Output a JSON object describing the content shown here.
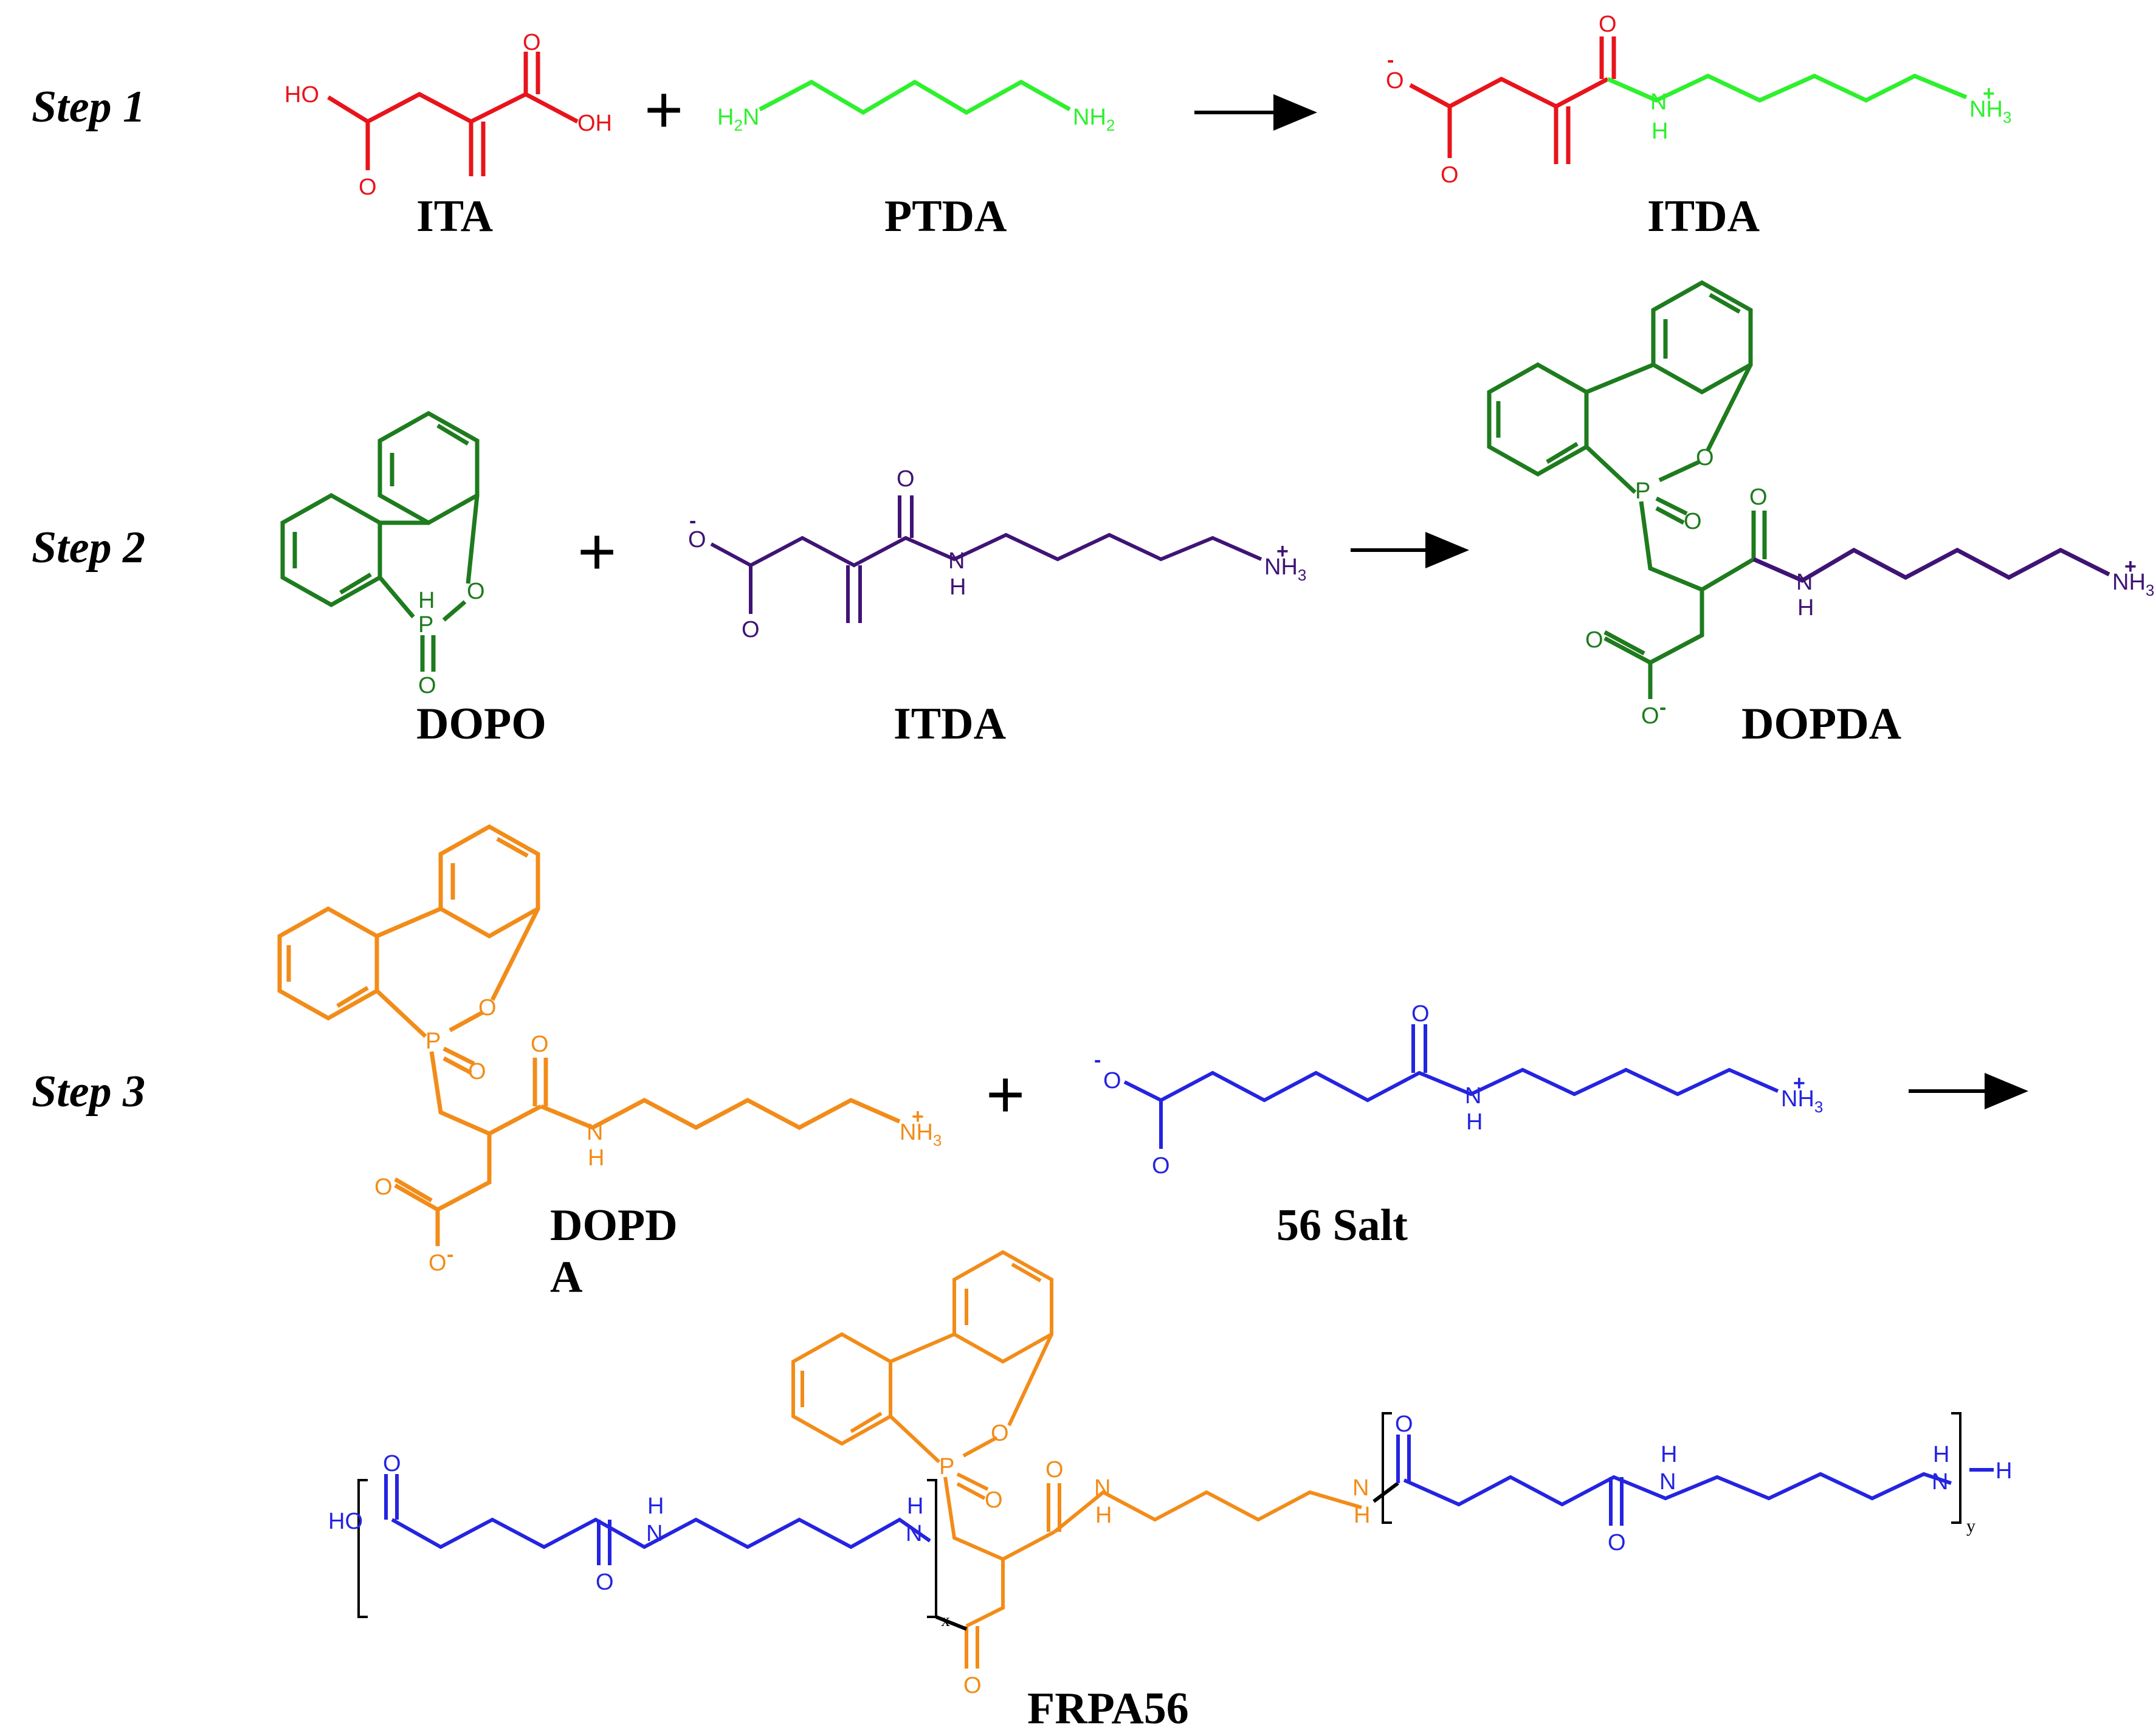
{
  "steps": {
    "s1": "Step 1",
    "s2": "Step 2",
    "s3": "Step 3"
  },
  "names": {
    "ita": "ITA",
    "ptda": "PTDA",
    "itda": "ITDA",
    "dopo": "DOPO",
    "itda2": "ITDA",
    "dopda": "DOPDA",
    "dopda3_line1": "DOPD",
    "dopda3_line2": "A",
    "salt": "56 Salt",
    "frpa": "FRPA56"
  },
  "operators": {
    "plus": "+"
  },
  "atoms": {
    "O": "O",
    "OH": "OH",
    "HO": "HO",
    "H": "H",
    "N": "N",
    "P": "P",
    "H2": "H",
    "sub2": "2",
    "sub3": "3",
    "minus": "-",
    "plusCharge": "+"
  },
  "polymer_indices": {
    "x": "x",
    "y": "y"
  },
  "colors": {
    "ita": "#e8141b",
    "ptda": "#2ef02e",
    "dopo": "#1e7b1e",
    "itda2": "#3f1474",
    "dopda3": "#f28c19",
    "salt": "#2424e0",
    "black": "#000000"
  }
}
